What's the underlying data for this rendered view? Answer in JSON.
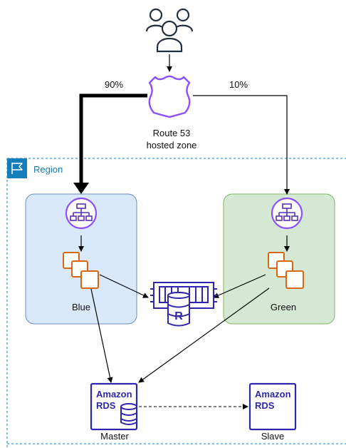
{
  "traffic": {
    "blue_weight": "90%",
    "green_weight": "10%"
  },
  "route53": {
    "line1": "Route 53",
    "line2": "hosted zone",
    "icon": "route53-shield-icon"
  },
  "users": {
    "icon": "users-group-icon"
  },
  "region": {
    "label": "Region",
    "icon": "flag-icon"
  },
  "blue": {
    "label": "Blue",
    "load_balancer_icon": "load-balancer-icon",
    "instances_icon": "ec2-instances-icon"
  },
  "green": {
    "label": "Green",
    "load_balancer_icon": "load-balancer-icon",
    "instances_icon": "ec2-instances-icon"
  },
  "cache": {
    "icon": "elasticache-redis-icon",
    "letter": "R"
  },
  "rds_master": {
    "brand_line1": "Amazon",
    "brand_line2": "RDS",
    "label": "Master"
  },
  "rds_slave": {
    "brand_line1": "Amazon",
    "brand_line2": "RDS",
    "label": "Slave"
  },
  "colors": {
    "blue_env_fill": "#dae8fc",
    "blue_env_stroke": "#6c8ebf",
    "green_env_fill": "#d5e8d4",
    "green_env_stroke": "#82b366",
    "region_border": "#147eba",
    "purple": "#5a30b5",
    "rds_blue": "#2e27ad",
    "ec2_orange": "#d86613"
  }
}
